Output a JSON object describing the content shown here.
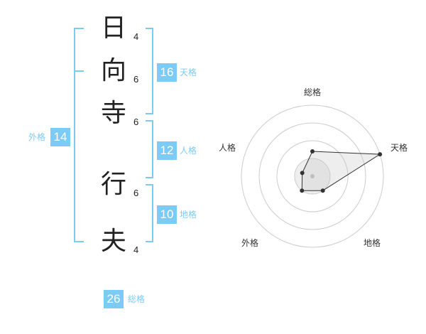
{
  "name": {
    "characters": [
      {
        "char": "日",
        "strokes": "4"
      },
      {
        "char": "向",
        "strokes": "6"
      },
      {
        "char": "寺",
        "strokes": "6"
      },
      {
        "char": "行",
        "strokes": "6"
      },
      {
        "char": "夫",
        "strokes": "4"
      }
    ]
  },
  "kaku": {
    "tenkaku": {
      "value": "16",
      "label": "天格"
    },
    "jinkaku": {
      "value": "12",
      "label": "人格"
    },
    "chikaku": {
      "value": "10",
      "label": "地格"
    },
    "gaikaku": {
      "value": "14",
      "label": "外格"
    },
    "soukaku": {
      "value": "26",
      "label": "総格"
    }
  },
  "radar": {
    "axes": [
      "総格",
      "天格",
      "地格",
      "外格",
      "人格"
    ],
    "values": [
      0.35,
      1.0,
      0.25,
      0.25,
      0.15
    ],
    "accent_color": "#7ccbf5"
  }
}
